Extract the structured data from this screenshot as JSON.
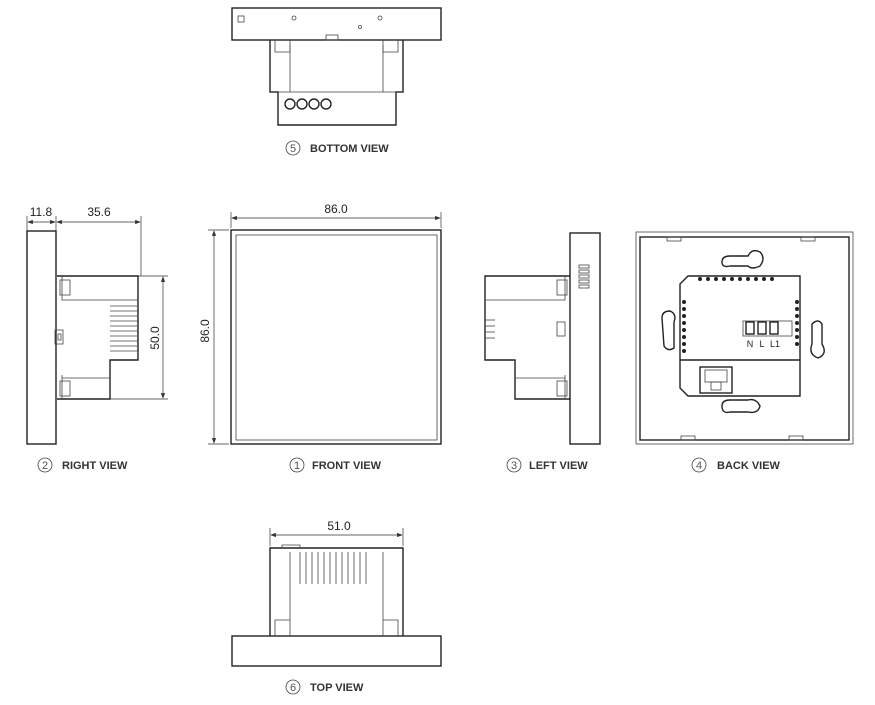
{
  "views": {
    "front": {
      "number": "1",
      "label": "FRONT VIEW",
      "width_dim": "86.0",
      "height_dim": "86.0"
    },
    "right": {
      "number": "2",
      "label": "RIGHT VIEW",
      "plate_dim": "11.8",
      "depth_dim": "35.6",
      "body_height_dim": "50.0"
    },
    "left": {
      "number": "3",
      "label": "LEFT VIEW"
    },
    "back": {
      "number": "4",
      "label": "BACK VIEW",
      "terminals": [
        "N",
        "L",
        "L1"
      ]
    },
    "bottom": {
      "number": "5",
      "label": "BOTTOM VIEW"
    },
    "top": {
      "number": "6",
      "label": "TOP VIEW",
      "body_width_dim": "51.0"
    }
  }
}
